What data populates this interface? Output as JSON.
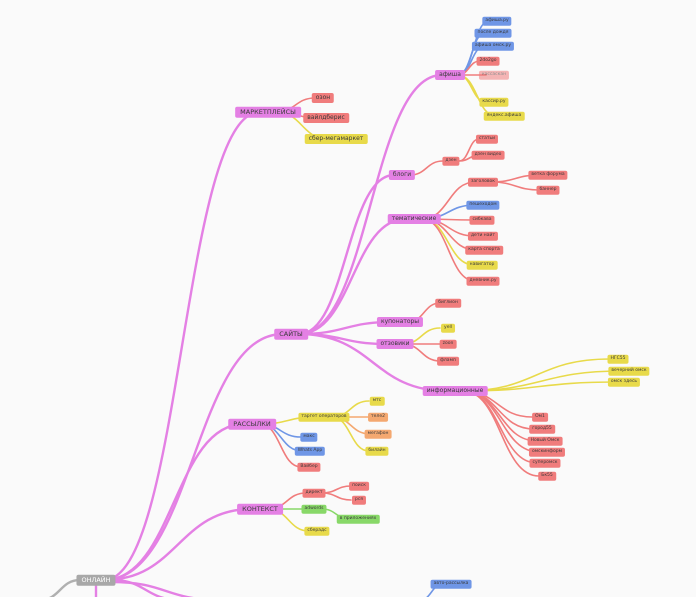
{
  "colors": {
    "root": "#a8a8a8",
    "magenta": "#e480e4",
    "red": "#f07c7c",
    "yellow": "#e8da4a",
    "blue": "#6f96e6",
    "orange": "#f4a870",
    "green": "#88d868",
    "grey": "#b0b0b0"
  },
  "nodes": [
    {
      "id": "root",
      "label": "ОНЛАЙН",
      "color": "root"
    },
    {
      "id": "marketplaces",
      "label": "МАРКЕТПЛЕЙСЫ",
      "color": "magenta"
    },
    {
      "id": "ozon",
      "label": "озон",
      "color": "red"
    },
    {
      "id": "wb",
      "label": "вайлдберис",
      "color": "red"
    },
    {
      "id": "sber",
      "label": "сбер-мегамаркет",
      "color": "yellow"
    },
    {
      "id": "sites",
      "label": "САЙТЫ",
      "color": "magenta"
    },
    {
      "id": "afisha",
      "label": "афиша",
      "color": "magenta"
    },
    {
      "id": "afisha_ru",
      "label": "афиша.ру",
      "color": "blue"
    },
    {
      "id": "posle",
      "label": "после дождя",
      "color": "blue"
    },
    {
      "id": "afisha_omsk",
      "label": "афиша омск.ру",
      "color": "blue"
    },
    {
      "id": "twogo",
      "label": "2do2go",
      "color": "red"
    },
    {
      "id": "kassir_dim",
      "label": "кассаскан",
      "color": "red"
    },
    {
      "id": "kassir",
      "label": "кассир.ру",
      "color": "yellow"
    },
    {
      "id": "yandex_afisha",
      "label": "яндекс.афиша",
      "color": "yellow"
    },
    {
      "id": "blogs",
      "label": "блоги",
      "color": "magenta"
    },
    {
      "id": "dzen",
      "label": "дзен",
      "color": "red"
    },
    {
      "id": "stati",
      "label": "статьи",
      "color": "red"
    },
    {
      "id": "dzen_video",
      "label": "дзен видео",
      "color": "red"
    },
    {
      "id": "tematich",
      "label": "тематические",
      "color": "magenta"
    },
    {
      "id": "zagolovok",
      "label": "заголовок",
      "color": "red"
    },
    {
      "id": "vetka",
      "label": "ветка форума",
      "color": "red"
    },
    {
      "id": "banner",
      "label": "баннер",
      "color": "red"
    },
    {
      "id": "peshehod",
      "label": "пешеходом",
      "color": "blue"
    },
    {
      "id": "sibkava",
      "label": "сибкава",
      "color": "red"
    },
    {
      "id": "deti",
      "label": "дети найт",
      "color": "red"
    },
    {
      "id": "karta_sporta",
      "label": "карта спорта",
      "color": "red"
    },
    {
      "id": "navigator",
      "label": "навигатор",
      "color": "yellow"
    },
    {
      "id": "dnevnik",
      "label": "дневник.ру",
      "color": "red"
    },
    {
      "id": "kuponatory",
      "label": "купонаторы",
      "color": "magenta"
    },
    {
      "id": "biglion",
      "label": "биглион",
      "color": "red"
    },
    {
      "id": "otzoviki",
      "label": "отзовики",
      "color": "magenta"
    },
    {
      "id": "yell",
      "label": "yell",
      "color": "yellow"
    },
    {
      "id": "zoon",
      "label": "zoon",
      "color": "red"
    },
    {
      "id": "flamp",
      "label": "фламп",
      "color": "red"
    },
    {
      "id": "inform",
      "label": "информационные",
      "color": "magenta"
    },
    {
      "id": "ngs55",
      "label": "НГС55",
      "color": "yellow"
    },
    {
      "id": "vecherny",
      "label": "вечерний омск",
      "color": "yellow"
    },
    {
      "id": "omsk_zdes",
      "label": "омск здесь",
      "color": "yellow"
    },
    {
      "id": "om1",
      "label": "Ом1",
      "color": "red"
    },
    {
      "id": "gorod55",
      "label": "город55",
      "color": "red"
    },
    {
      "id": "novy_omsk",
      "label": "Новый Омск",
      "color": "red"
    },
    {
      "id": "omskinform",
      "label": "омскинформ",
      "color": "red"
    },
    {
      "id": "superomsk",
      "label": "суперомск",
      "color": "red"
    },
    {
      "id": "bk55",
      "label": "Бк55",
      "color": "red"
    },
    {
      "id": "rassylki",
      "label": "РАССЫЛКИ",
      "color": "magenta"
    },
    {
      "id": "target_op",
      "label": "таргет операторов",
      "color": "yellow"
    },
    {
      "id": "mts",
      "label": "мтс",
      "color": "yellow"
    },
    {
      "id": "tele2",
      "label": "теле2",
      "color": "orange"
    },
    {
      "id": "megafon",
      "label": "мегафон",
      "color": "orange"
    },
    {
      "id": "bilain",
      "label": "билайн",
      "color": "yellow"
    },
    {
      "id": "maks",
      "label": "макс",
      "color": "blue"
    },
    {
      "id": "whatsapp",
      "label": "Whats App",
      "color": "blue"
    },
    {
      "id": "viber",
      "label": "Вайбер",
      "color": "red"
    },
    {
      "id": "kontekst",
      "label": "КОНТЕКСТ",
      "color": "magenta"
    },
    {
      "id": "direct",
      "label": "директ",
      "color": "red"
    },
    {
      "id": "poisk",
      "label": "поиск",
      "color": "red"
    },
    {
      "id": "rsya",
      "label": "рся",
      "color": "red"
    },
    {
      "id": "adwords",
      "label": "adwords",
      "color": "green"
    },
    {
      "id": "v_pril",
      "label": "в приложениях",
      "color": "green"
    },
    {
      "id": "sberads",
      "label": "сберадс",
      "color": "yellow"
    },
    {
      "id": "auto_rass",
      "label": "авто-рассылка",
      "color": "blue"
    }
  ]
}
